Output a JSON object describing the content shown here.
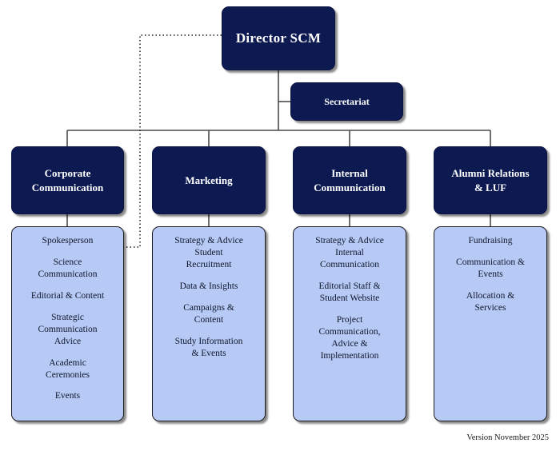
{
  "chart_data": {
    "type": "diagram",
    "title": "Director SCM organisational chart",
    "root": "Director SCM",
    "staff_unit": "Secretariat",
    "departments": [
      "Corporate Communication",
      "Marketing",
      "Internal Communication",
      "Alumni Relations & LUF"
    ]
  },
  "colors": {
    "navy": "#0d1a52",
    "light_blue": "#b6caf5",
    "text_light": "#ffffff",
    "text_dark": "#10162c",
    "line": "#4a4a4a"
  },
  "root": {
    "label": "Director SCM"
  },
  "secretariat": {
    "label": "Secretariat"
  },
  "departments": [
    {
      "header": "Corporate\nCommunication",
      "items": [
        "Spokesperson",
        "Science\nCommunication",
        "Editorial & Content",
        "Strategic\nCommunication\nAdvice",
        "Academic\nCeremonies",
        "Events"
      ]
    },
    {
      "header": "Marketing",
      "items": [
        "Strategy & Advice\nStudent\nRecruitment",
        "Data & Insights",
        "Campaigns &\nContent",
        "Study Information\n& Events"
      ]
    },
    {
      "header": "Internal\nCommunication",
      "items": [
        "Strategy & Advice\nInternal\nCommunication",
        "Editorial Staff &\nStudent Website",
        "Project\nCommunication,\nAdvice &\nImplementation"
      ]
    },
    {
      "header": "Alumni Relations\n& LUF",
      "items": [
        "Fundraising",
        "Communication &\nEvents",
        "Allocation &\nServices"
      ]
    }
  ],
  "footer": {
    "version": "Version November 2025"
  }
}
